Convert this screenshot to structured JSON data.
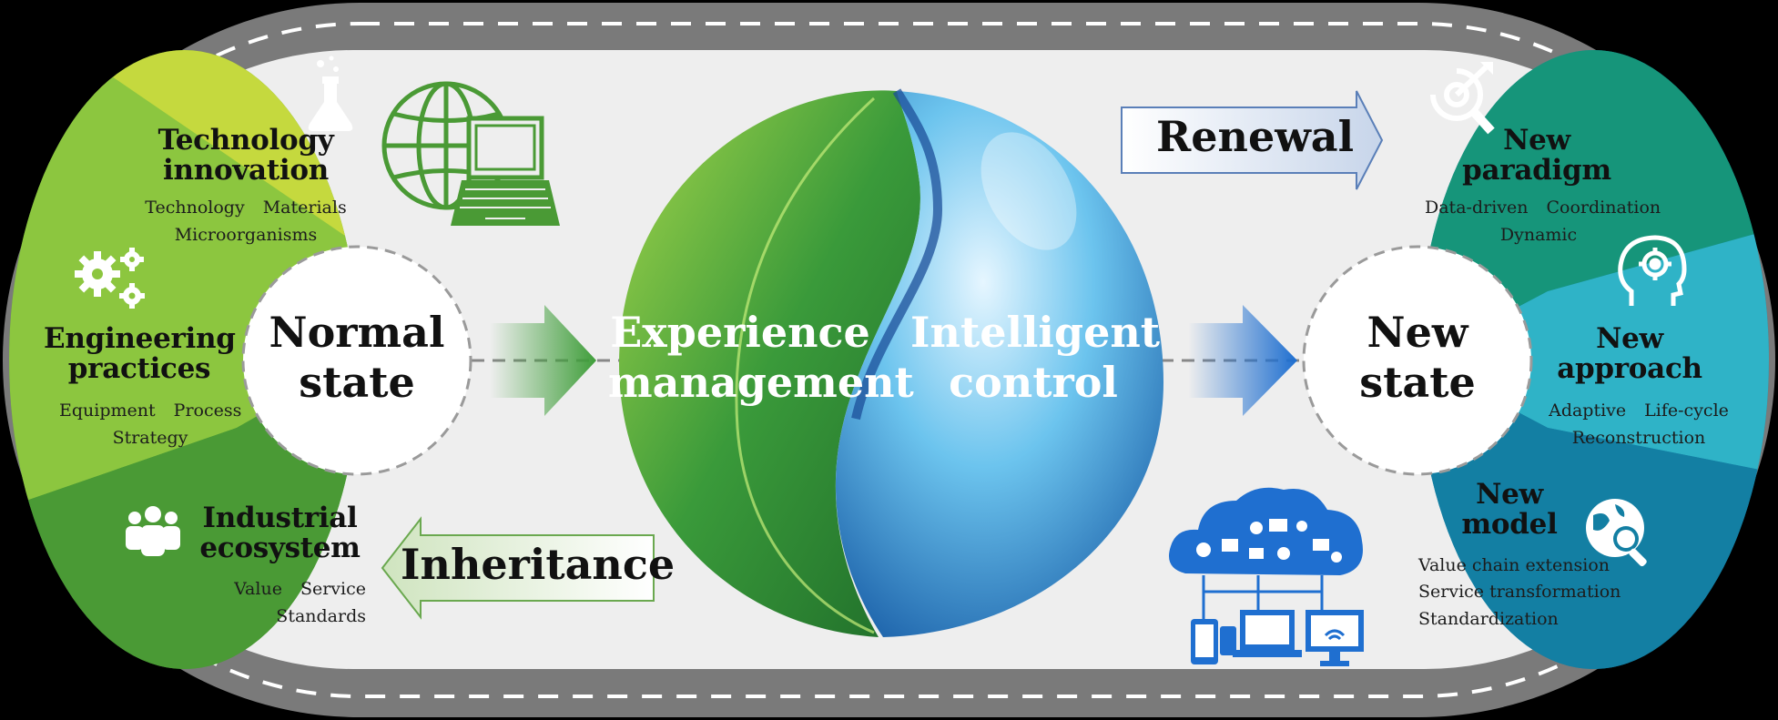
{
  "left": {
    "center_label": [
      "Normal",
      "state"
    ],
    "sectors": [
      {
        "title": [
          "Technology",
          "innovation"
        ],
        "items": [
          [
            "Technology",
            "Materials"
          ],
          [
            "Microorganisms"
          ]
        ],
        "icon": "flask-icon"
      },
      {
        "title": [
          "Engineering",
          "practices"
        ],
        "items": [
          [
            "Equipment",
            "Process"
          ],
          [
            "Strategy"
          ]
        ],
        "icon": "gears-icon"
      },
      {
        "title": [
          "Industrial",
          "ecosystem"
        ],
        "items": [
          [
            "Value",
            "Service"
          ],
          [
            "Standards"
          ]
        ],
        "icon": "people-group-icon"
      }
    ]
  },
  "center": {
    "left_half": [
      "Experience",
      "management"
    ],
    "right_half": [
      "Intelligent",
      "control"
    ],
    "top_arrow": "Renewal",
    "bottom_arrow": "Inheritance",
    "top_left_icon": "globe-laptop-icon",
    "bottom_right_icon": "cloud-devices-icon"
  },
  "right": {
    "center_label": [
      "New",
      "state"
    ],
    "sectors": [
      {
        "title": [
          "New",
          "paradigm"
        ],
        "items": [
          [
            "Data-driven",
            "Coordination"
          ],
          [
            "Dynamic"
          ]
        ],
        "icon": "target-magnifier-icon"
      },
      {
        "title": [
          "New",
          "approach"
        ],
        "items": [
          [
            "Adaptive",
            "Life-cycle"
          ],
          [
            "Reconstruction"
          ]
        ],
        "icon": "head-gear-icon"
      },
      {
        "title": [
          "New",
          "model"
        ],
        "items": [
          [
            "Value chain extension"
          ],
          [
            "Service transformation"
          ],
          [
            "Standardization"
          ]
        ],
        "icon": "globe-search-icon"
      }
    ]
  },
  "colors": {
    "road": "#7a7a7a",
    "panel": "#eeeeee",
    "green_1": "#c5d93e",
    "green_2": "#8cc63f",
    "green_3": "#4a9a35",
    "teal_1": "#16957a",
    "teal_2": "#2fb3c7",
    "teal_3": "#137fa3",
    "leaf": "#3a9a3a",
    "drop": "#3aa0dc",
    "arrow_green": "#3f9e3a",
    "arrow_blue": "#1f6fd0"
  }
}
